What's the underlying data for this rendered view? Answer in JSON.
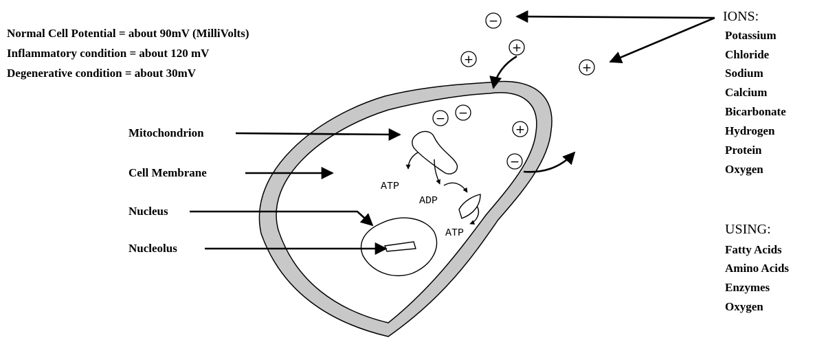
{
  "potentials": [
    "Normal Cell Potential = about 90mV (MilliVolts)",
    "Inflammatory condition = about 120 mV",
    "Degenerative condition = about 30mV"
  ],
  "structures": {
    "mitochondrion": "Mitochondrion",
    "membrane": "Cell Membrane",
    "nucleus": "Nucleus",
    "nucleolus": "Nucleolus"
  },
  "energy": {
    "atp_left": "ATP",
    "adp": "ADP",
    "atp_right": "ATP"
  },
  "ions": {
    "heading": "IONS:",
    "items": [
      "Potassium",
      "Chloride",
      "Sodium",
      "Calcium",
      "Bicarbonate",
      "Hydrogen",
      "Protein",
      "Oxygen"
    ]
  },
  "using": {
    "heading": "USING:",
    "items": [
      "Fatty Acids",
      "Amino Acids",
      "Enzymes",
      "Oxygen"
    ]
  },
  "charges": {
    "negative": "−",
    "positive": "+"
  }
}
